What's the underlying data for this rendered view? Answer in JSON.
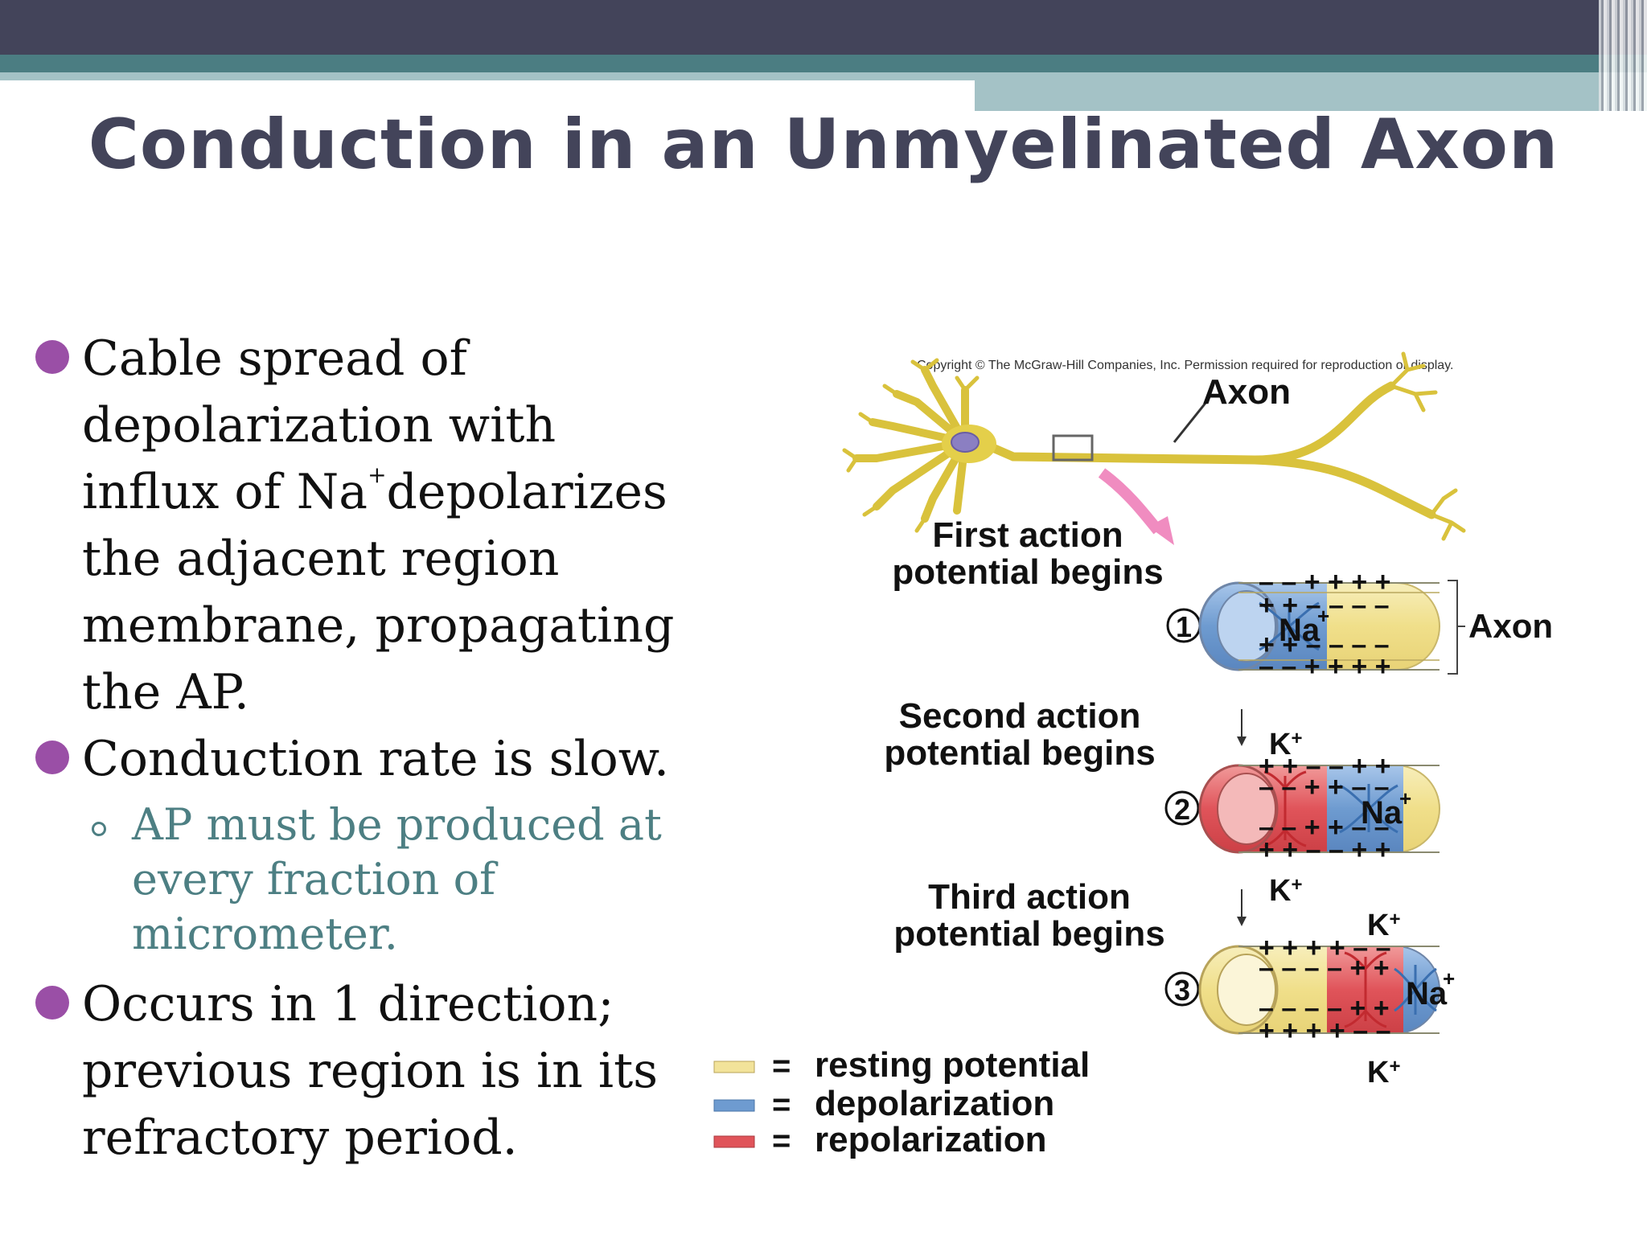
{
  "slide": {
    "title": "Conduction in an Unmyelinated Axon"
  },
  "bullets": {
    "b1_pre": "Cable spread of depolarization with influx of Na",
    "b1_sup": "+",
    "b1_post": "depolarizes the adjacent region membrane, propagating the AP.",
    "b2": "Conduction rate is slow.",
    "b2_sub": "AP must be produced at every fraction of micrometer.",
    "b3": "Occurs in 1 direction; previous region is in its refractory period."
  },
  "figure": {
    "copyright": "Copyright © The McGraw-Hill Companies, Inc. Permission required for reproduction or display.",
    "neuron_axon_label": "Axon",
    "axon_bracket_label": "Axon",
    "step1_line1": "First action",
    "step1_line2": "potential begins",
    "step2_line1": "Second action",
    "step2_line2": "potential begins",
    "step3_line1": "Third action",
    "step3_line2": "potential begins",
    "num1": "1",
    "num2": "2",
    "num3": "3",
    "na": "Na",
    "k": "K",
    "plus": "+",
    "legend_eq": "=",
    "legend_resting": "resting potential",
    "legend_depol": "depolarization",
    "legend_repol": "repolarization",
    "colors": {
      "resting": "#f2e39a",
      "depolarization": "#6e9bd0",
      "repolarization": "#e0545a",
      "neuron": "#e4cf4a",
      "arrow": "#f08cc0"
    }
  }
}
